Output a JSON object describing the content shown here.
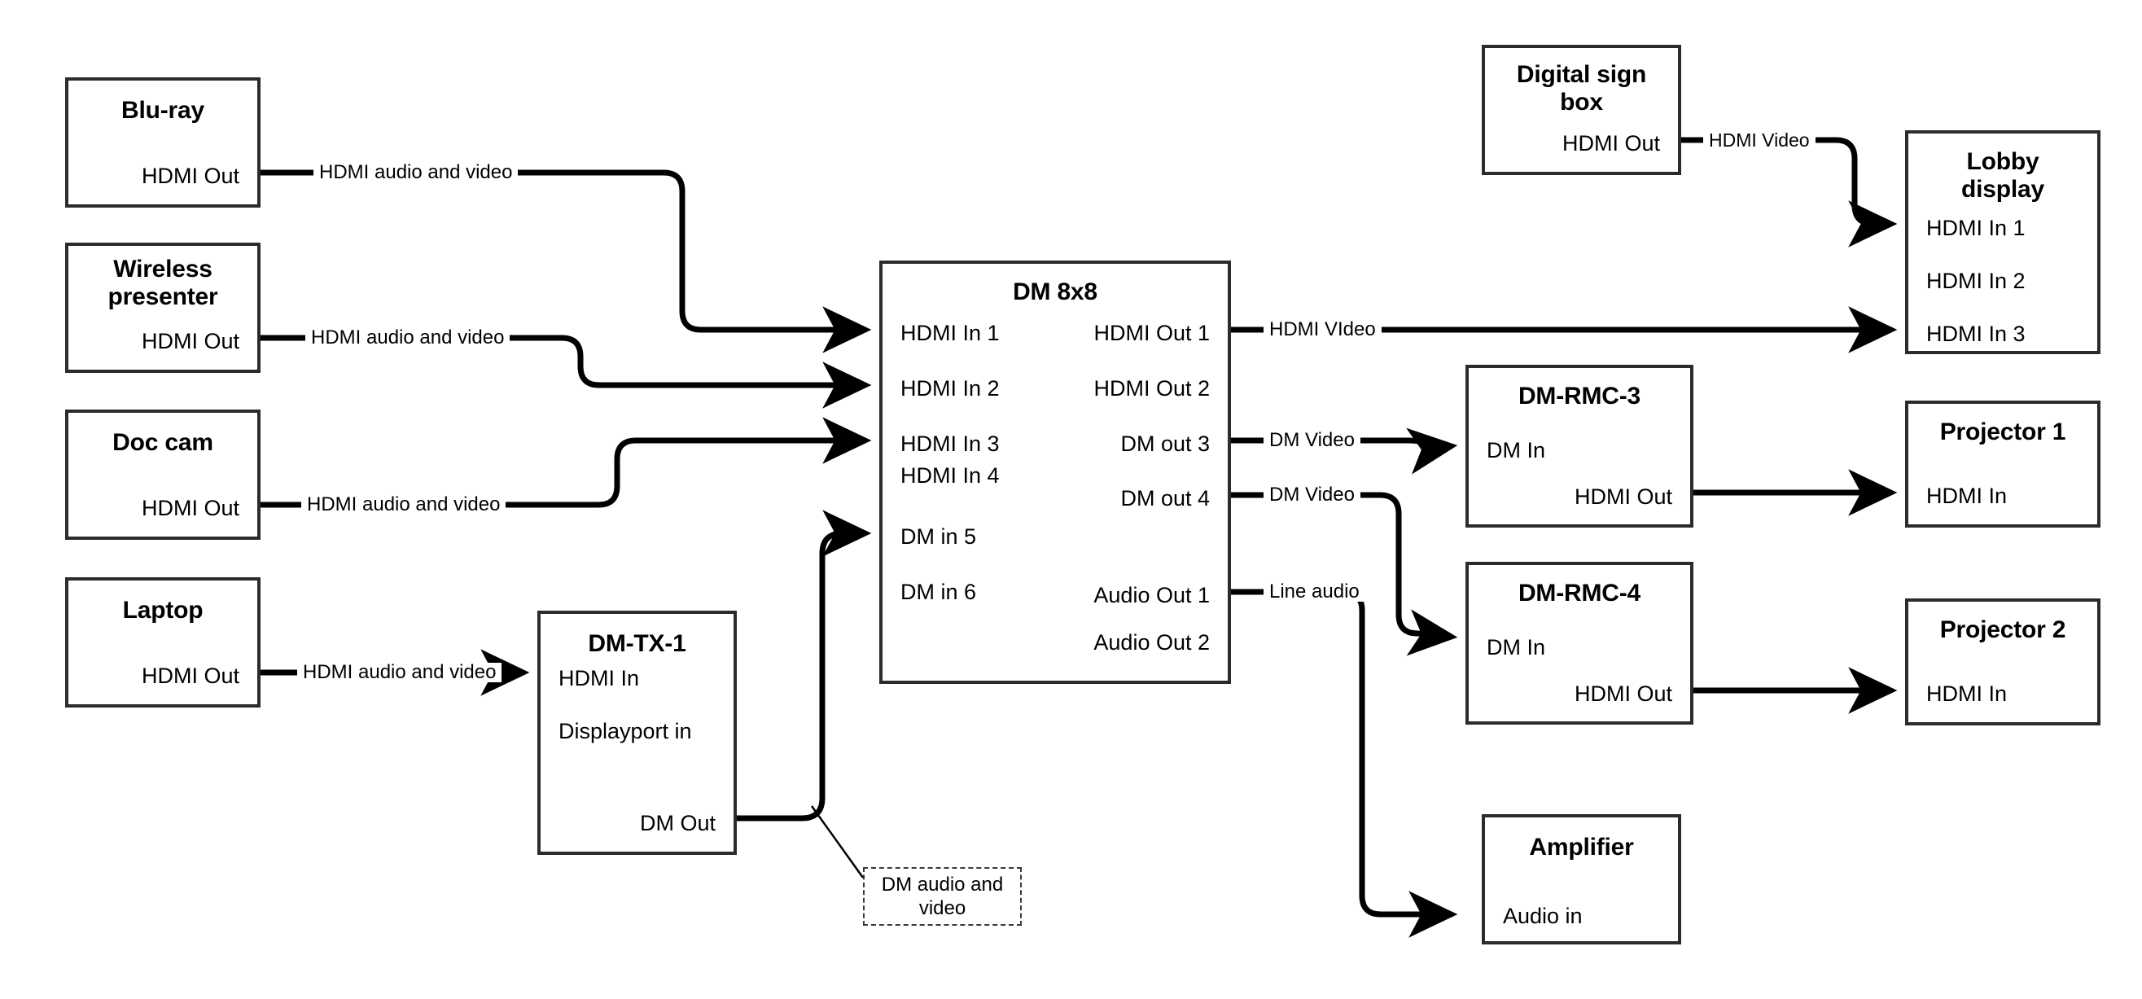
{
  "diagram": {
    "title": "AV signal flow diagram",
    "colors": {
      "box_border": "#2b2b2b",
      "wire": "#000000",
      "background": "#ffffff",
      "note_border": "#3a3a3a"
    }
  },
  "devices": {
    "bluray": {
      "title": "Blu-ray",
      "port_out": "HDMI Out"
    },
    "wireless": {
      "title": "Wireless\npresenter",
      "title_l1": "Wireless",
      "title_l2": "presenter",
      "port_out": "HDMI Out"
    },
    "doccam": {
      "title": "Doc cam",
      "port_out": "HDMI Out"
    },
    "laptop": {
      "title": "Laptop",
      "port_out": "HDMI Out"
    },
    "dmtx1": {
      "title": "DM-TX-1",
      "port_in_hdmi": "HDMI In",
      "port_in_dp": "Displayport in",
      "port_out": "DM Out"
    },
    "dm8x8": {
      "title": "DM 8x8",
      "inputs": [
        "HDMI In 1",
        "HDMI In 2",
        "HDMI In 3",
        "HDMI In 4",
        "DM in 5",
        "DM in 6"
      ],
      "outputs": [
        "HDMI Out 1",
        "HDMI Out 2",
        "DM out 3",
        "DM out 4",
        "Audio Out 1",
        "Audio Out 2"
      ]
    },
    "digitalsign": {
      "title_l1": "Digital sign",
      "title_l2": "box",
      "port_out": "HDMI Out"
    },
    "lobby": {
      "title_l1": "Lobby",
      "title_l2": "display",
      "inputs": [
        "HDMI In 1",
        "HDMI In 2",
        "HDMI In 3"
      ]
    },
    "dmrmc3": {
      "title": "DM-RMC-3",
      "port_in": "DM In",
      "port_out": "HDMI Out"
    },
    "dmrmc4": {
      "title": "DM-RMC-4",
      "port_in": "DM In",
      "port_out": "HDMI Out"
    },
    "projector1": {
      "title": "Projector 1",
      "port_in": "HDMI In"
    },
    "projector2": {
      "title": "Projector 2",
      "port_in": "HDMI In"
    },
    "amplifier": {
      "title": "Amplifier",
      "port_in": "Audio in"
    }
  },
  "notes": {
    "dm_av": {
      "line1": "DM audio and",
      "line2": "video",
      "text": "DM audio and video"
    }
  },
  "connections": {
    "bluray_to_in1": {
      "label": "HDMI audio and video",
      "from": "Blu-ray HDMI Out",
      "to": "DM 8x8 HDMI In 1"
    },
    "wireless_to_in2": {
      "label": "HDMI audio and video",
      "from": "Wireless presenter HDMI Out",
      "to": "DM 8x8 HDMI In 2"
    },
    "doccam_to_in3": {
      "label": "HDMI audio and video",
      "from": "Doc cam HDMI Out",
      "to": "DM 8x8 HDMI In 3"
    },
    "laptop_to_tx": {
      "label": "HDMI audio and video",
      "from": "Laptop HDMI Out",
      "to": "DM-TX-1 HDMI In"
    },
    "tx_to_in5": {
      "label": "DM audio and video",
      "from": "DM-TX-1 DM Out",
      "to": "DM 8x8 DM in 5"
    },
    "hdmiout1_to_lobby3": {
      "label": "HDMI VIdeo",
      "from": "DM 8x8 HDMI Out 1",
      "to": "Lobby display HDMI In 3"
    },
    "dmout3_to_rmc3": {
      "label": "DM Video",
      "from": "DM 8x8 DM out 3",
      "to": "DM-RMC-3 DM In"
    },
    "dmout4_to_rmc4": {
      "label": "DM Video",
      "from": "DM 8x8 DM out 4",
      "to": "DM-RMC-4 DM In"
    },
    "audioout1_to_amp": {
      "label": "Line audio",
      "from": "DM 8x8 Audio Out 1",
      "to": "Amplifier Audio in"
    },
    "sign_to_lobby1": {
      "label": "HDMI Video",
      "from": "Digital sign box HDMI Out",
      "to": "Lobby display HDMI In 1"
    },
    "rmc3_to_proj1": {
      "label": "",
      "from": "DM-RMC-3 HDMI Out",
      "to": "Projector 1 HDMI In"
    },
    "rmc4_to_proj2": {
      "label": "",
      "from": "DM-RMC-4 HDMI Out",
      "to": "Projector 2 HDMI In"
    }
  },
  "wire_labels": {
    "bluray": "HDMI audio and video",
    "wireless": "HDMI audio and video",
    "doccam": "HDMI audio and video",
    "laptop": "HDMI audio and video",
    "sign": "HDMI Video",
    "hdmi_video": "HDMI VIdeo",
    "dm_video_3": "DM Video",
    "dm_video_4": "DM Video",
    "line_audio": "Line audio"
  }
}
